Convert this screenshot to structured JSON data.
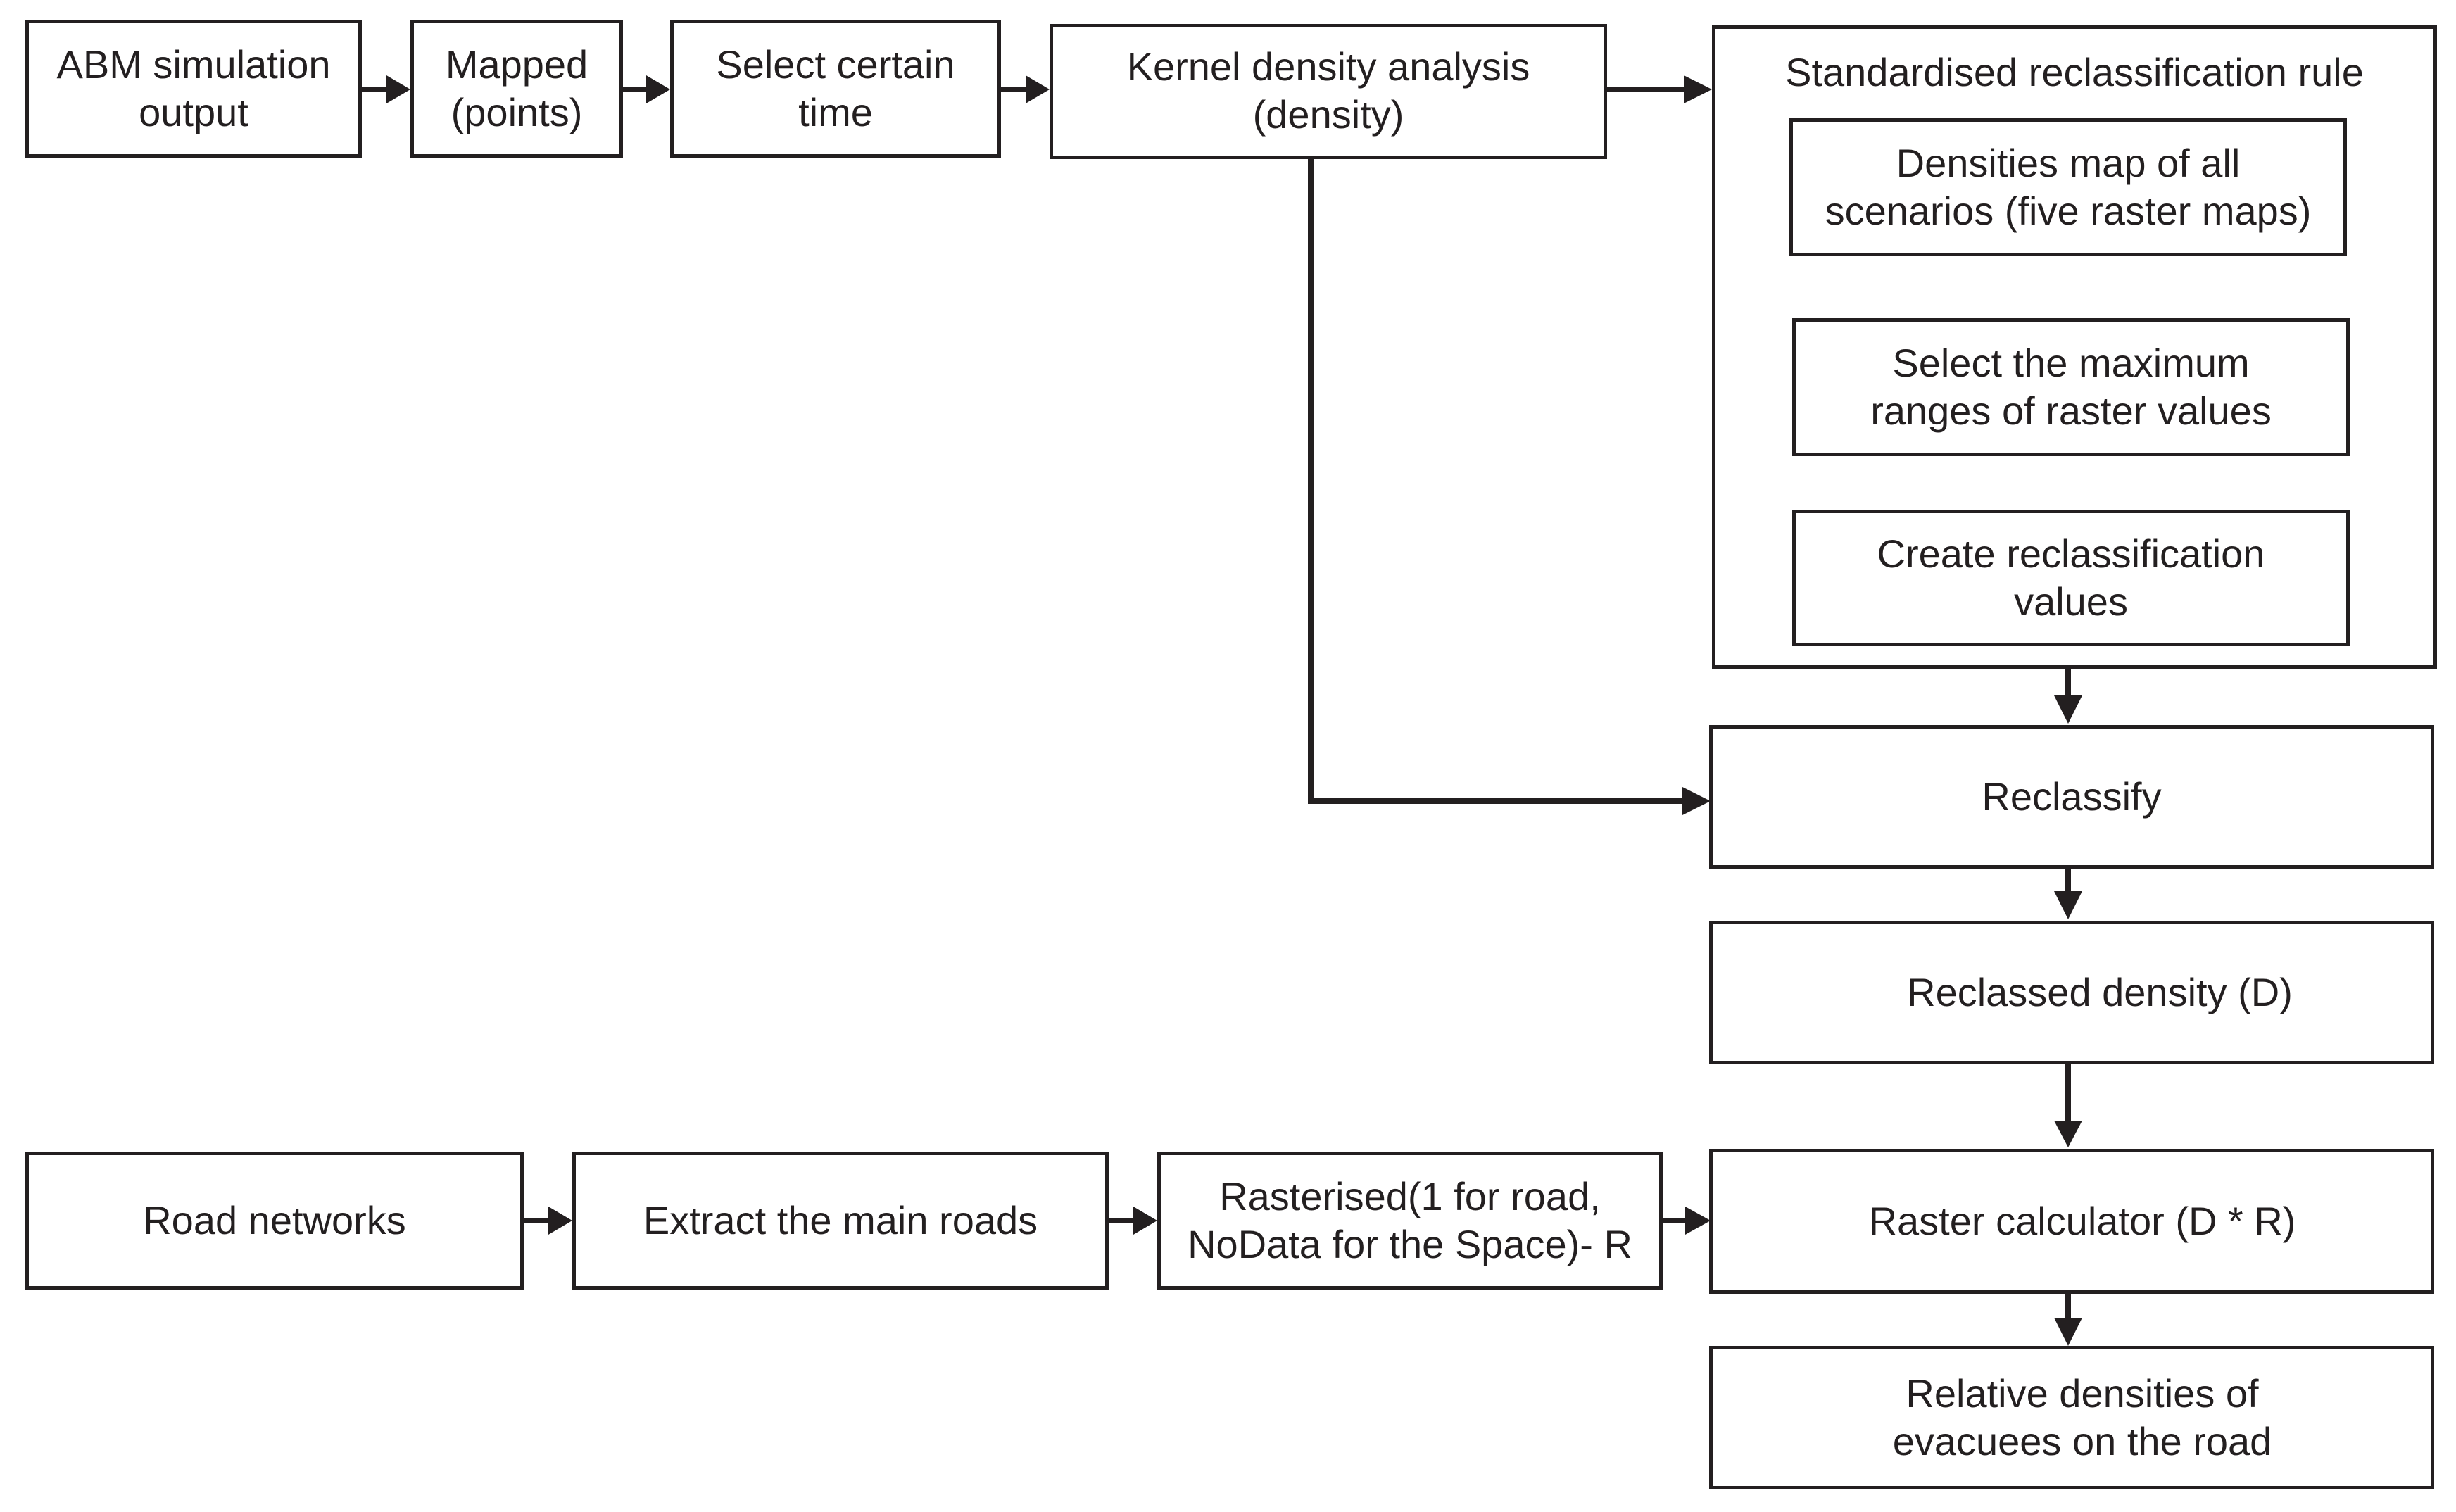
{
  "top_row": {
    "abm_output": "ABM simulation\noutput",
    "mapped_points": "Mapped\n(points)",
    "select_time": "Select certain\ntime",
    "kernel_density": "Kernel density analysis\n(density)"
  },
  "reclass_rule": {
    "title": "Standardised reclassification rule",
    "densities_map": "Densities map of all\nscenarios (five raster maps)",
    "select_max": "Select the maximum\nranges of raster values",
    "create_values": "Create reclassification\nvalues"
  },
  "right_column": {
    "reclassify": "Reclassify",
    "reclassed_density": "Reclassed density (D)",
    "raster_calculator": "Raster calculator (D * R)",
    "relative_densities": "Relative densities of\nevacuees on the road"
  },
  "bottom_row": {
    "road_networks": "Road networks",
    "extract_main_roads": "Extract the main roads",
    "rasterised": "Rasterised(1 for road,\nNoData for the Space)- R"
  },
  "colors": {
    "line": "#231f20",
    "background": "#ffffff"
  }
}
